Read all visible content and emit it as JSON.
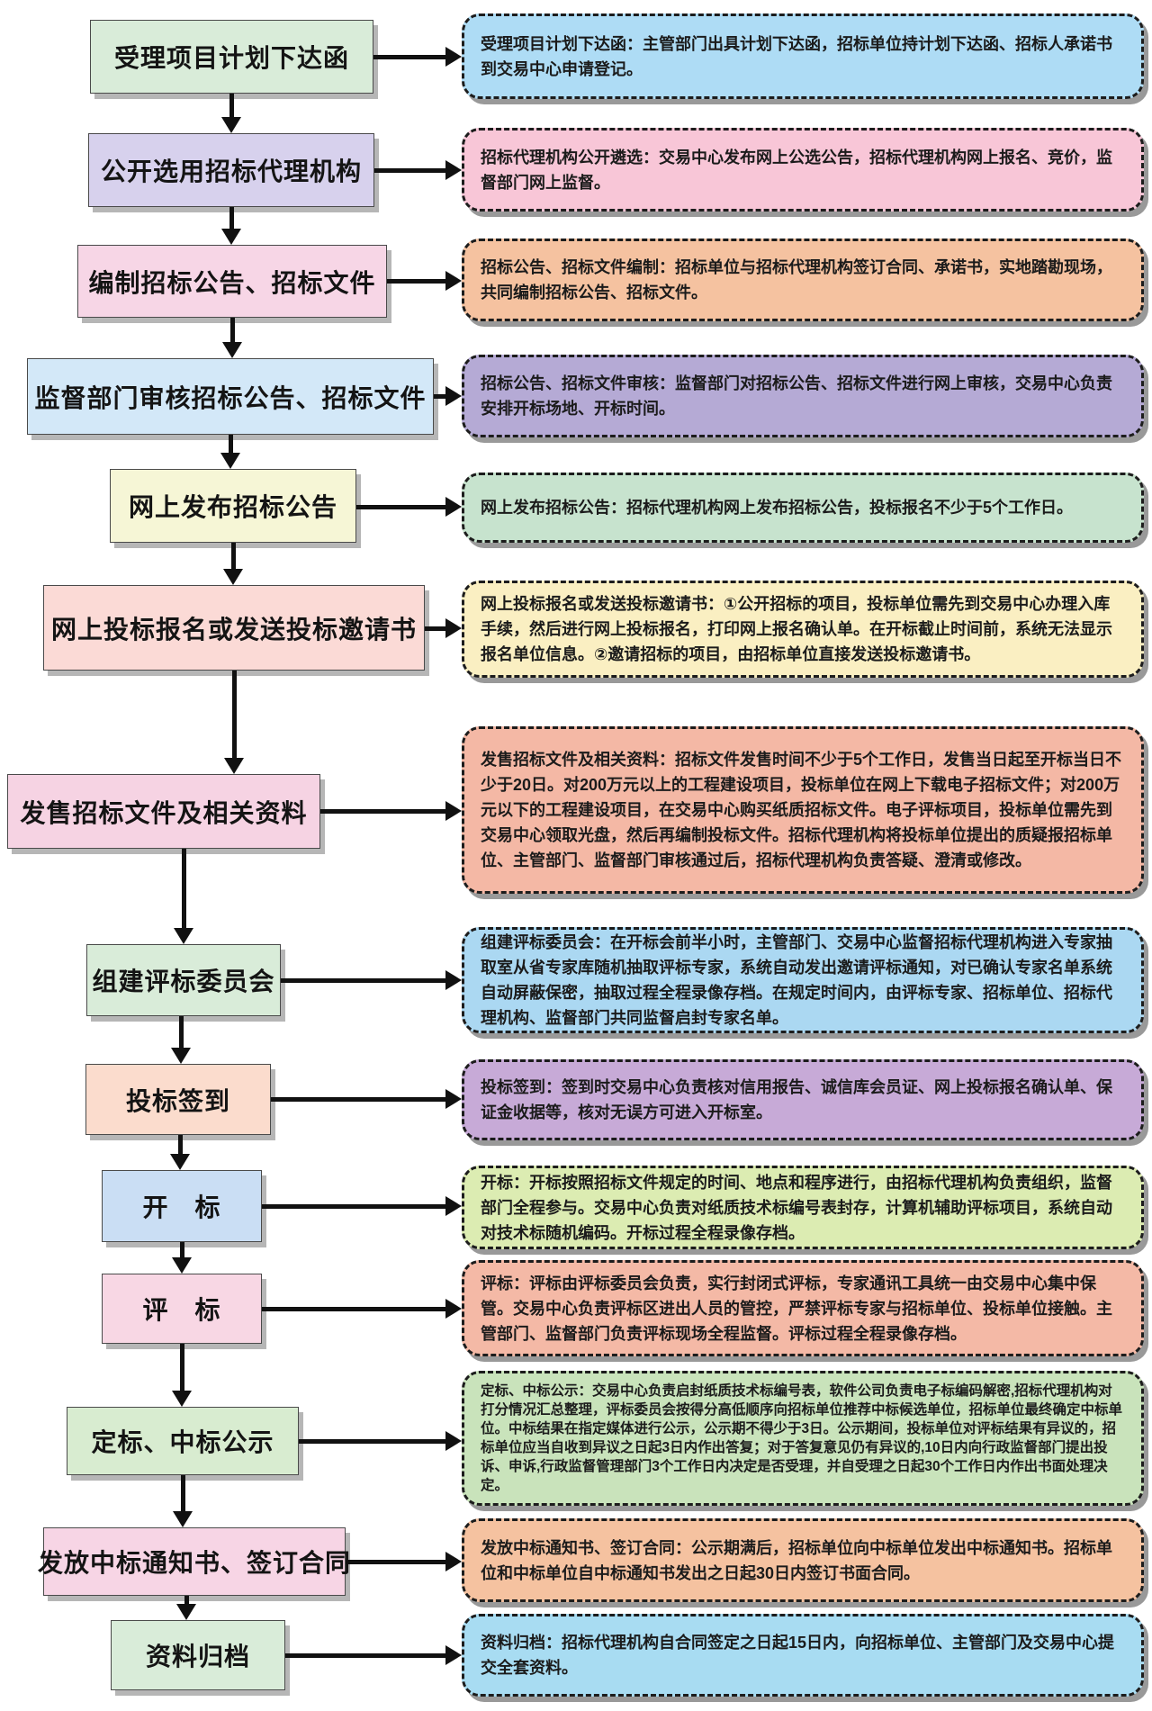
{
  "page": {
    "background": "#ffffff",
    "arrow_color": "#111111"
  },
  "flowchart": {
    "steps": [
      {
        "label": "受理项目计划下达函",
        "desc": "受理项目计划下达函：主管部门出具计划下达函，招标单位持计划下达函、招标人承诺书到交易中心申请登记。",
        "left_color": "#d9ecd9",
        "right_color": "#aedcf5"
      },
      {
        "label": "公开选用招标代理机构",
        "desc": "招标代理机构公开遴选：交易中心发布网上公选公告，招标代理机构网上报名、竞价，监督部门网上监督。",
        "left_color": "#d7d1ed",
        "right_color": "#f8c6d7"
      },
      {
        "label": "编制招标公告、招标文件",
        "desc": "招标公告、招标文件编制：招标单位与招标代理机构签订合同、承诺书，实地踏勘现场，共同编制招标公告、招标文件。",
        "left_color": "#f7d6e6",
        "right_color": "#f5c2a0"
      },
      {
        "label": "监督部门审核招标公告、招标文件",
        "desc": "招标公告、招标文件审核：监督部门对招标公告、招标文件进行网上审核，交易中心负责安排开标场地、开标时间。",
        "left_color": "#d3e8f8",
        "right_color": "#b5aad5"
      },
      {
        "label": "网上发布招标公告",
        "desc": "网上发布招标公告：招标代理机构网上发布招标公告，投标报名不少于5个工作日。",
        "left_color": "#f6f6d6",
        "right_color": "#c7e3ce"
      },
      {
        "label": "网上投标报名或发送投标邀请书",
        "desc": "网上投标报名或发送投标邀请书：①公开招标的项目，投标单位需先到交易中心办理入库手续，然后进行网上投标报名，打印网上报名确认单。在开标截止时间前，系统无法显示报名单位信息。②邀请招标的项目，由招标单位直接发送投标邀请书。",
        "left_color": "#fbdad6",
        "right_color": "#faefc2"
      },
      {
        "label": "发售招标文件及相关资料",
        "desc": "发售招标文件及相关资料：招标文件发售时间不少于5个工作日，发售当日起至开标当日不少于20日。对200万元以上的工程建设项目，投标单位在网上下载电子招标文件；对200万元以下的工程建设项目，在交易中心购买纸质招标文件。电子评标项目，投标单位需先到交易中心领取光盘，然后再编制投标文件。招标代理机构将投标单位提出的质疑报招标单位、主管部门、监督部门审核通过后，招标代理机构负责答疑、澄清或修改。",
        "left_color": "#f6d3e3",
        "right_color": "#f4b8a5"
      },
      {
        "label": "组建评标委员会",
        "desc": "组建评标委员会：在开标会前半小时，主管部门、交易中心监督招标代理机构进入专家抽取室从省专家库随机抽取评标专家，系统自动发出邀请评标通知，对已确认专家名单系统自动屏蔽保密，抽取过程全程录像存档。在规定时间内，由评标专家、招标单位、招标代理机构、监督部门共同监督启封专家名单。",
        "left_color": "#d9ecd9",
        "right_color": "#abd8f2"
      },
      {
        "label": "投标签到",
        "desc": "投标签到：签到时交易中心负责核对信用报告、诚信库会员证、网上投标报名确认单、保证金收据等，核对无误方可进入开标室。",
        "left_color": "#fbdccd",
        "right_color": "#c7aad7"
      },
      {
        "label": "开　标",
        "desc": "开标：开标按照招标文件规定的时间、地点和程序进行，由招标代理机构负责组织，监督部门全程参与。交易中心负责对纸质技术标编号表封存，计算机辅助评标项目，系统自动对技术标随机编码。开标过程全程录像存档。",
        "left_color": "#cadef4",
        "right_color": "#dcecb2"
      },
      {
        "label": "评　标",
        "desc": "评标：评标由评标委员会负责，实行封闭式评标，专家通讯工具统一由交易中心集中保管。交易中心负责评标区进出人员的管控，严禁评标专家与招标单位、投标单位接触。主管部门、监督部门负责评标现场全程监督。评标过程全程录像存档。",
        "left_color": "#f8d7e4",
        "right_color": "#f4b9a6"
      },
      {
        "label": "定标、中标公示",
        "desc": "定标、中标公示：交易中心负责启封纸质技术标编号表，软件公司负责电子标编码解密,招标代理机构对打分情况汇总整理，评标委员会按得分高低顺序向招标单位推荐中标候选单位，招标单位最终确定中标单位。中标结果在指定媒体进行公示，公示期不得少于3日。公示期间，投标单位对评标结果有异议的，招标单位应当自收到异议之日起3日内作出答复；对于答复意见仍有异议的,10日内向行政监督部门提出投诉、申诉,行政监督管理部门3个工作日内决定是否受理，并自受理之日起30个工作日内作出书面处理决定。",
        "left_color": "#d8ecd0",
        "right_color": "#c9e3bb"
      },
      {
        "label": "发放中标通知书、签订合同",
        "desc": "发放中标通知书、签订合同：公示期满后，招标单位向中标单位发出中标通知书。招标单位和中标单位自中标通知书发出之日起30日内签订书面合同。",
        "left_color": "#f7d5e5",
        "right_color": "#f5c2a0"
      },
      {
        "label": "资料归档",
        "desc": "资料归档：招标代理机构自合同签定之日起15日内，向招标单位、主管部门及交易中心提交全套资料。",
        "left_color": "#d9ecd9",
        "right_color": "#a8dcf2"
      }
    ]
  }
}
